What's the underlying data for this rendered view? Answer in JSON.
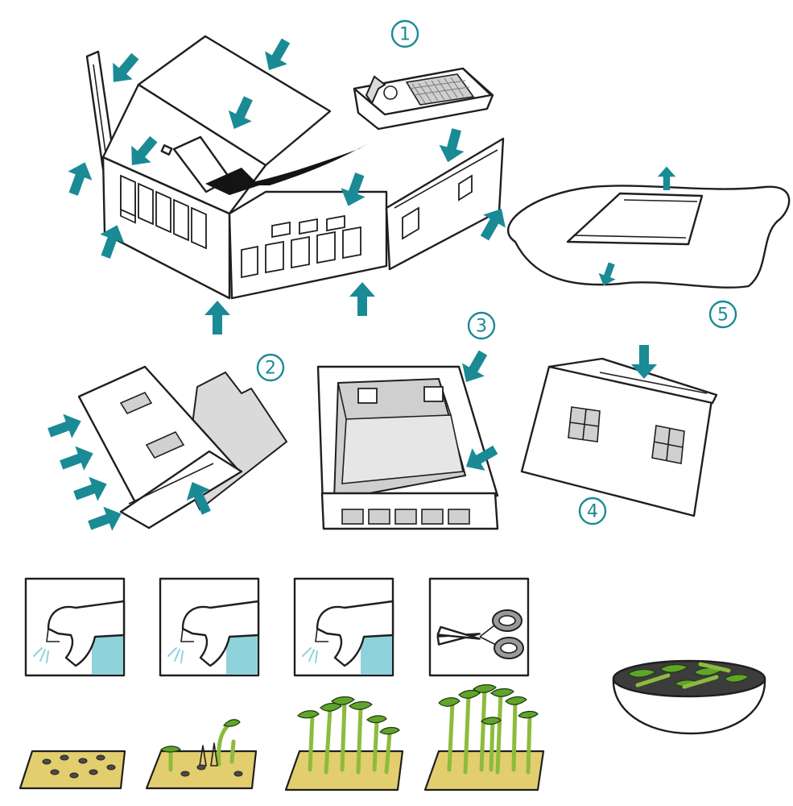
{
  "colors": {
    "accent": "#1a8a95",
    "water": "#8ed2dc",
    "sponge": "#e2ce6f",
    "stem": "#8dbb3c",
    "leaf": "#5fa52a",
    "bowl_fill": "#3c3c3c"
  },
  "step_numbers": [
    "1",
    "2",
    "3",
    "4",
    "5"
  ],
  "icons": {
    "spray_bottle": "spray-bottle-icon",
    "scissors": "scissors-icon",
    "bowl": "bowl-icon",
    "arrow": "push-arrow-icon"
  }
}
